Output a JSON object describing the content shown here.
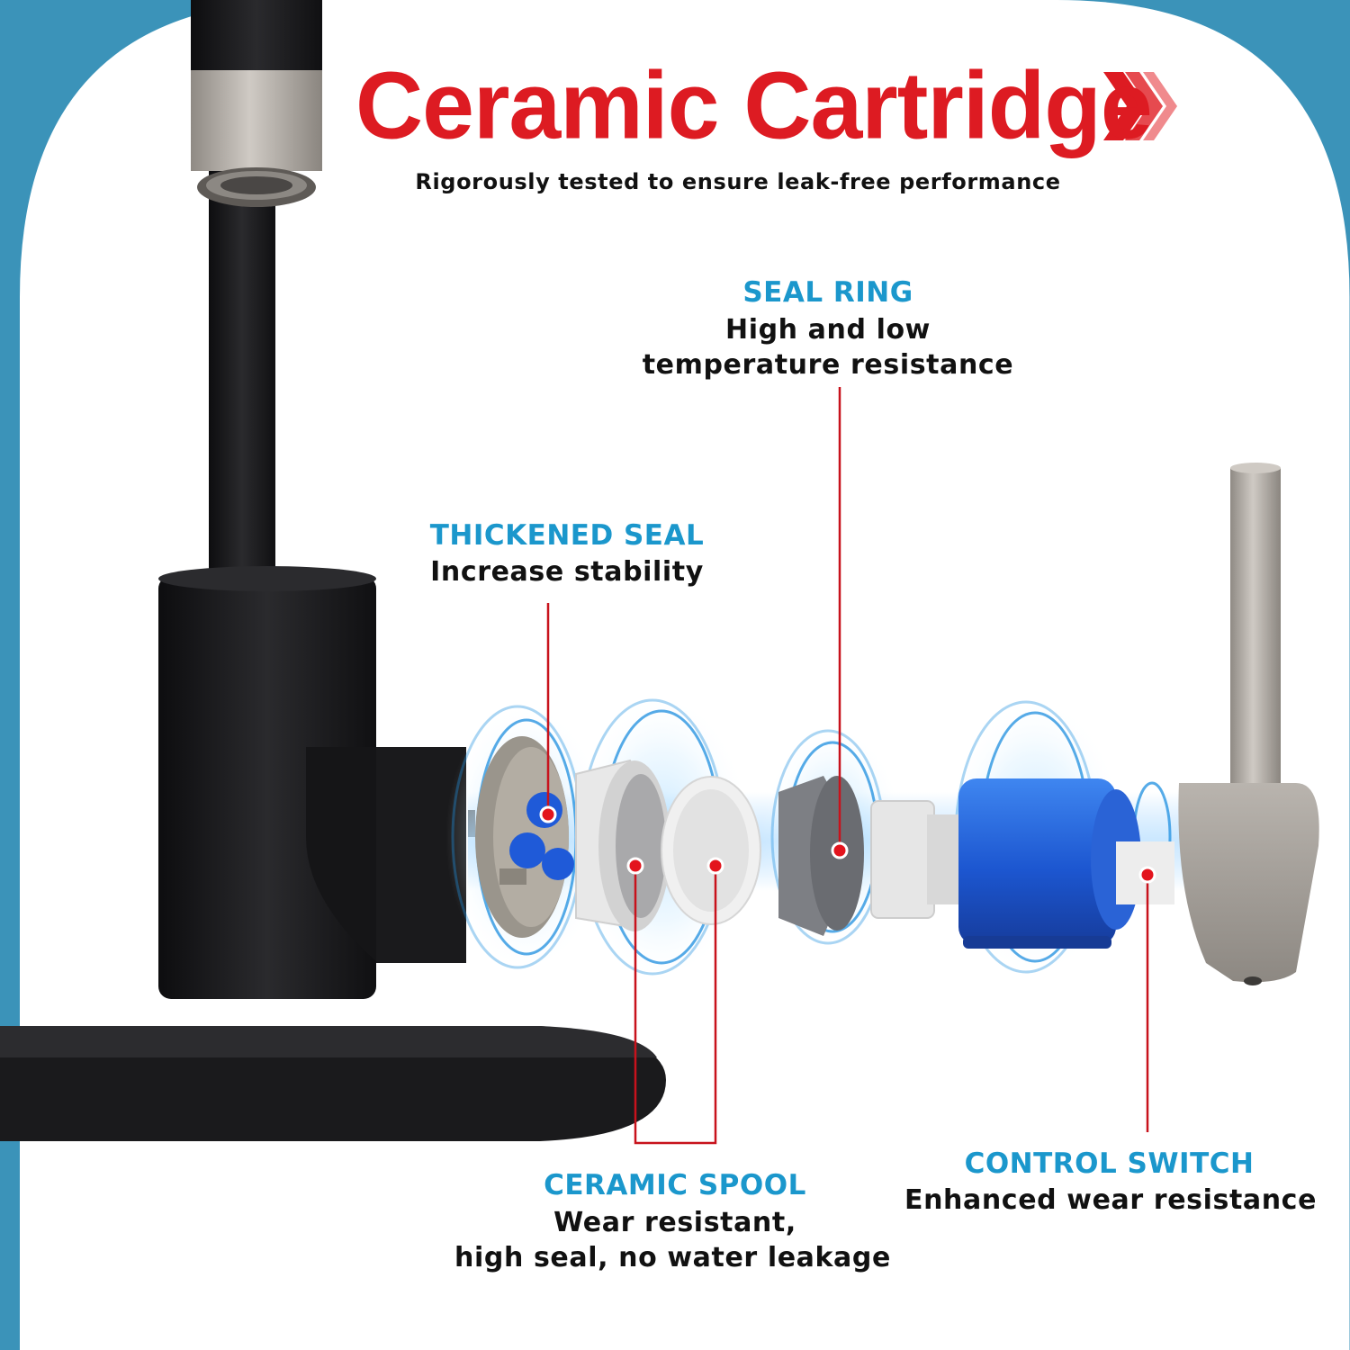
{
  "title": "Ceramic Cartridge",
  "subtitle": "Rigorously tested to ensure leak-free performance",
  "callouts": {
    "seal_ring": {
      "heading": "SEAL RING",
      "line1": "High and low",
      "line2": "temperature resistance"
    },
    "thickened_seal": {
      "heading": "THICKENED SEAL",
      "line1": "Increase stability"
    },
    "ceramic_spool": {
      "heading": "CERAMIC SPOOL",
      "line1": "Wear resistant,",
      "line2": "high seal, no water leakage"
    },
    "control_switch": {
      "heading": "CONTROL SWITCH",
      "line1": "Enhanced wear resistance"
    }
  },
  "colors": {
    "background": "#3b93b9",
    "panel": "#ffffff",
    "title_red": "#dd1b22",
    "heading_blue": "#1b97cc",
    "leader_red": "#c8121c",
    "cartridge_blue": "#1d5fd8",
    "faucet_black": "#1c1c1e",
    "brushed_nickel": "#a8a39d"
  },
  "icons": {
    "title_arrows": "chevron-right-triple-icon"
  }
}
